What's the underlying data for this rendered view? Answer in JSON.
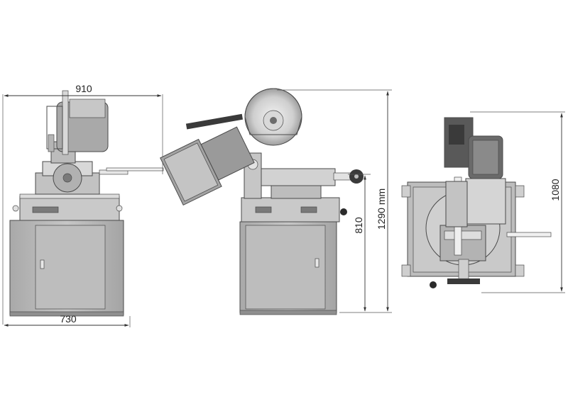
{
  "dimensions": {
    "top_width": "910",
    "base_width": "730",
    "table_height": "810",
    "total_height": "1290 mm",
    "top_view_depth": "1080"
  },
  "colors": {
    "body": "#b9b9b9",
    "body_dark": "#8f8f8f",
    "body_light": "#d9d9d9",
    "outline": "#4a4a4a",
    "black_part": "#2b2b2b"
  },
  "views": [
    "front-view",
    "side-view",
    "top-view"
  ]
}
